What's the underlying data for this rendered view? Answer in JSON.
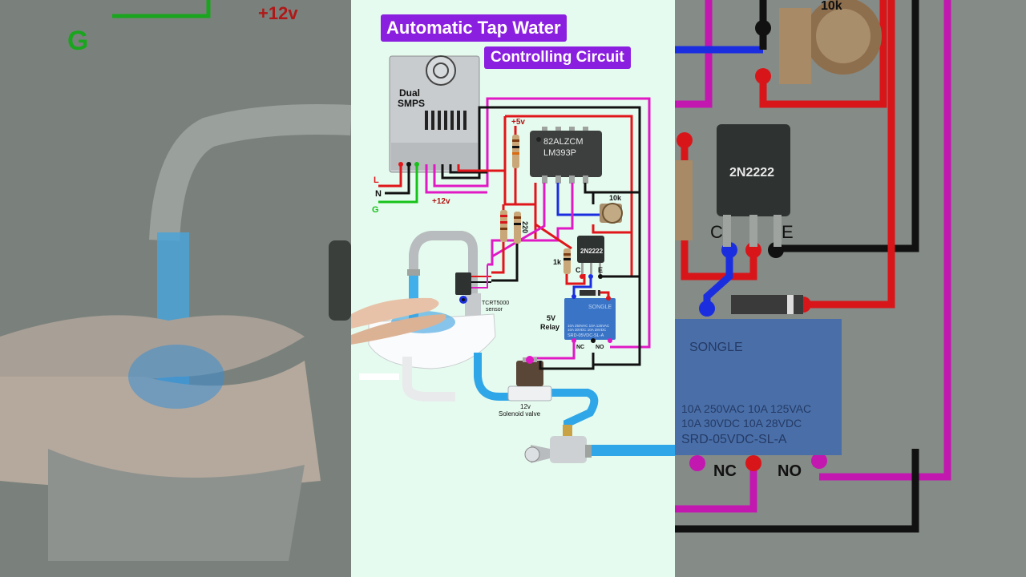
{
  "title_line1": "Automatic Tap Water",
  "title_line2": "Controlling Circuit",
  "smps_label_1": "Dual",
  "smps_label_2": "SMPS",
  "line_L": "L",
  "line_N": "N",
  "line_G": "G",
  "v12": "+12v",
  "v5": "+5v",
  "ic_line1": "82ALZCM",
  "ic_line2": "LM393P",
  "pot_label": "10k",
  "res_220": "220",
  "res_1k": "1k",
  "transistor": "2N2222",
  "pin_c": "C",
  "pin_e": "E",
  "relay_label_1": "5V",
  "relay_label_2": "Relay",
  "relay_brand": "SONGLE",
  "relay_spec1": "10A 250VAC  10A 125VAC",
  "relay_spec2": "10A 30VDC  10A 28VDC",
  "relay_model": "SRD-05VDC-SL-A",
  "relay_nc": "NC",
  "relay_no": "NO",
  "sensor_1": "TCRT5000",
  "sensor_2": "sensor",
  "valve_1": "12v",
  "valve_2": "Solenoid valve",
  "bg_left_g": "G",
  "bg_left_12v": "+12v",
  "bg_right_10k": "10k",
  "bg_right_2n": "2N2222",
  "bg_right_c": "C",
  "bg_right_e": "E",
  "bg_right_nc": "NC",
  "bg_right_no": "NO",
  "colors": {
    "title_bg": "#8b1fe0",
    "wire_red": "#e0161a",
    "wire_black": "#111111",
    "wire_magenta": "#e019c4",
    "wire_blue": "#1a2ee0",
    "wire_green": "#16c21a",
    "water": "#2fa6e8"
  }
}
